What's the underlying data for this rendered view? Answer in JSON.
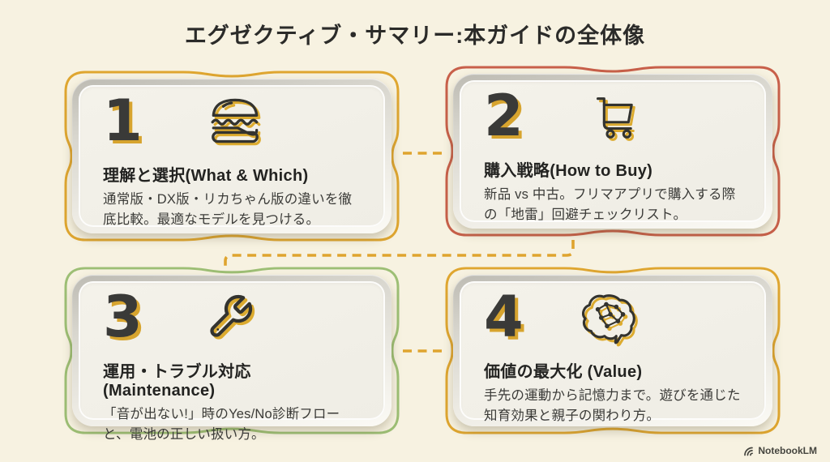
{
  "title": "エグゼクティブ・サマリー:本ガイドの全体像",
  "cards": [
    {
      "number": "1",
      "icon": "burger-icon",
      "accent": "#dfa630",
      "heading": "理解と選択(What & Which)",
      "body": "通常版・DX版・リカちゃん版の違いを徹底比較。最適なモデルを見つける。"
    },
    {
      "number": "2",
      "icon": "shopping-cart-icon",
      "accent": "#c8604a",
      "heading": "購入戦略(How to Buy)",
      "body": "新品 vs 中古。フリマアプリで購入する際の「地雷」回避チェックリスト。"
    },
    {
      "number": "3",
      "icon": "wrench-icon",
      "accent": "#9dbf75",
      "heading": "運用・トラブル対応 (Maintenance)",
      "body": "「音が出ない!」時のYes/No診断フローと、電池の正しい扱い方。"
    },
    {
      "number": "4",
      "icon": "brain-network-icon",
      "accent": "#dfa630",
      "heading": "価値の最大化 (Value)",
      "body": "手先の運動から記憶力まで。遊びを通じた知育効果と親子の関わり方。"
    }
  ],
  "watermark": {
    "label": "NotebookLM"
  },
  "colors": {
    "background": "#f7f2e1",
    "connector": "#dfa42f",
    "number_shadow": "#d7a42e",
    "ink": "#2e2e2c"
  }
}
